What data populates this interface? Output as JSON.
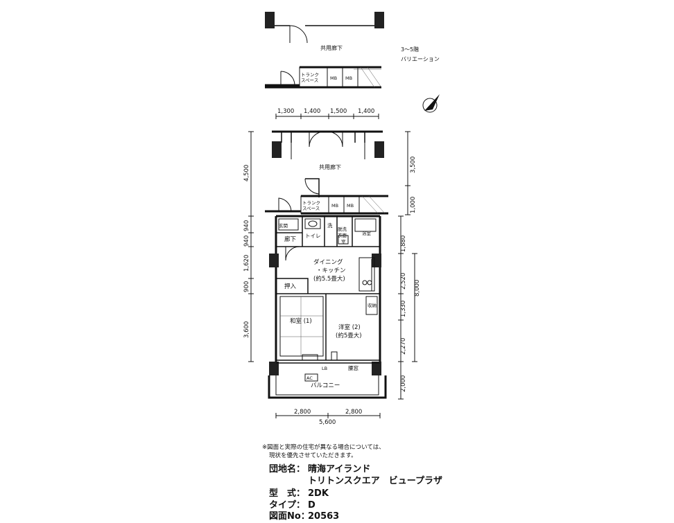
{
  "variation": {
    "line1": "3～5階",
    "line2": "バリエーション"
  },
  "upper_corridor_label": "共用廊下",
  "corridor_label": "共用廊下",
  "trunk": {
    "line1": "トランク",
    "line2": "スペース"
  },
  "mb": "MB",
  "rooms": {
    "genkan": "玄関",
    "toilet": "トイレ",
    "wash": "洗",
    "datsui_line1": "脱洗",
    "datsui_line2": "衣面",
    "datsui_line3": "室",
    "bath": "浴室",
    "hallway": "廊下",
    "dk_line1": "ダイニング",
    "dk_line2": "・キッチン",
    "dk_line3": "(約5.5畳大)",
    "oshiire": "押入",
    "washitsu": "和室 (1)",
    "youshitsu_line1": "洋室 (2)",
    "youshitsu_line2": "(約5畳大)",
    "shuno": "収納",
    "lb": "LB",
    "mado": "腰窓",
    "ac": "AC",
    "balcony": "バルコニー"
  },
  "dims": {
    "top": [
      "1,300",
      "1,400",
      "1,500",
      "1,400"
    ],
    "left": [
      "4,500",
      "940",
      "940",
      "1,620",
      "900",
      "3,600"
    ],
    "right_outer": [
      "3,500",
      "1,000"
    ],
    "right_inner": [
      "1,880",
      "2,520",
      "1,330",
      "2,270",
      "2,000"
    ],
    "right_total": "8,000",
    "bottom": [
      "2,800",
      "2,800"
    ],
    "bottom_total": "5,600"
  },
  "note": {
    "line1": "※図面と実際の住宅が異なる場合については、",
    "line2": "現状を優先させていただきます。"
  },
  "info": {
    "estate_key": "団地名：",
    "estate_line1": "晴海アイランド",
    "estate_line2": "トリトンスクエア　ビュープラザ",
    "type_key": "型　式：",
    "type_value": "2DK",
    "sub_type_key": "タイプ：",
    "sub_type_value": "D",
    "plan_no_key": "図面No：",
    "plan_no_value": "20563"
  },
  "colors": {
    "line": "#111111",
    "wall": "#222222",
    "background": "#ffffff"
  }
}
